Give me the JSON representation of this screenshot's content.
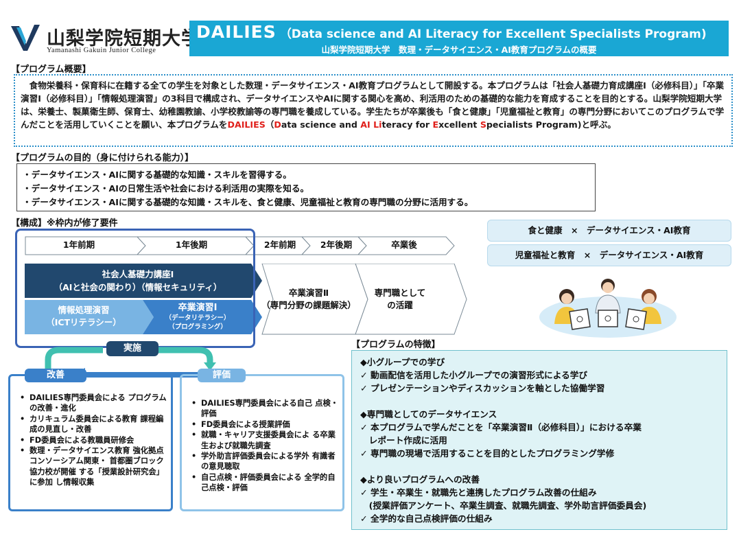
{
  "header": {
    "logo_jp": "山梨学院短期大学",
    "logo_en": "Yamanashi Gakuin Junior College",
    "banner_main": "DAILIES",
    "banner_sub": "（Data science and AI Literacy for Excellent Specialists Program)",
    "banner_sub2": "山梨学院短期大学　数理・データサイエンス・AI教育プログラムの概要"
  },
  "overview": {
    "heading": "【プログラム概要】",
    "p1": "　食物栄養科・保育科に在籍する全ての学生を対象とした数理・データサイエンス・AI教育プログラムとして開設する。本プログラムは「社会人基礎力育成講座Ⅰ（必修科目）」「卒業演習Ⅰ（必修科目）」「情報処理演習」の3科目で構成され、データサイエンスやAIに関する関心を高め、利活用のための基礎的な能力を育成することを目的とする。山梨学院短期大学は、栄養士、製菓衛生師、保育士、幼稚園教諭、小学校教諭等の専門職を養成している。学生たちが卒業後も「食と健康」「児童福祉と教育」の専門分野においてこのプログラムで学んだことを活用していくことを願い、本プログラムを",
    "name_red": "DAILIES",
    "p_open": "（",
    "w1_red": "D",
    "w1": "ata science and ",
    "w2_red": "AI Li",
    "w2": "teracy for ",
    "w3_red": "E",
    "w3": "xcellent ",
    "w4_red": "S",
    "w4": "pecialists Program)と呼ぶ。"
  },
  "goals": {
    "heading": "【プログラムの目的（身に付けられる能力）】",
    "items": [
      "・データサイエンス・AIに関する基礎的な知識・スキルを習得する。",
      "・データサイエンス・AIの日常生活や社会における利活用の実際を知る。",
      "・データサイエンス・AIに関する基礎的な知識・スキルを、食と健康、児童福祉と教育の専門職の分野に活用する。"
    ]
  },
  "structure": {
    "heading": "【構成】※枠内が修了要件",
    "timeline": [
      "1年前期",
      "1年後期",
      "2年前期",
      "2年後期",
      "卒業後"
    ],
    "course1_line1": "社会人基礎力講座Ⅰ",
    "course1_line2": "（AIと社会の関わり）（情報セキュリティ）",
    "course2_line1": "情報処理演習",
    "course2_line2": "（ICTリテラシー）",
    "course3_line1": "卒業演習Ⅰ",
    "course3_line2": "（データリテラシー）",
    "course3_line3": "（プログラミング）",
    "course4_line1": "卒業演習Ⅱ",
    "course4_line2": "（専門分野の課題解決）",
    "career_line1": "専門職として",
    "career_line2": "の活躍"
  },
  "cycle": {
    "implement": "実施",
    "improve": "改善",
    "evaluate": "評価",
    "improve_items": [
      "DAILIES専門委員会による プログラムの改善・進化",
      "カリキュラム委員会による教育 課程編成の見直し・改善",
      "FD委員会による教職員研修会",
      "数理・データサイエンス教育 強化拠点コンソーシアム関東・ 首都圏ブロック協力校が開催 する「授業設計研究会」に参加 し情報収集"
    ],
    "evaluate_items": [
      "DAILIES専門委員会による自己 点検・評価",
      "FD委員会による授業評価",
      "就職・キャリア支援委員会によ る卒業生および就職先調査",
      "学外助言評価委員会による学外 有識者の意見聴取",
      "自己点検・評価委員会による 全学的自己点検・評価"
    ]
  },
  "pills": {
    "food": "食と健康　×　データサイエンス・AI教育",
    "child": "児童福祉と教育　×　データサイエンス・AI教育"
  },
  "features": {
    "heading": "【プログラムの特徴】",
    "lines": [
      "◆小グループでの学び",
      "✓ 動画配信を活用した小グループでの演習形式による学び",
      "✓ プレゼンテーションやディスカッションを軸とした協働学習",
      "◆専門職としてのデータサイエンス",
      "✓ 本プログラムで学んだことを「卒業演習Ⅱ（必修科目）」における卒業",
      "　レポート作成に活用",
      "✓ 専門職の現場で活用することを目的としたプログラミング学修",
      "◆より良いプログラムへの改善",
      "✓ 学生・卒業生・就職先と連携したプログラム改善の仕組み",
      "　(授業評価アンケート、卒業生調査、就職先調査、学外助言評価委員会)",
      "✓ 全学的な自己点検評価の仕組み"
    ]
  },
  "colors": {
    "banner": "#1aa7d4",
    "navy": "#21486e",
    "mid_blue": "#3a80c9",
    "light_blue": "#79b4e3",
    "teal": "#40c0b0",
    "accent_red": "#e0201b"
  }
}
